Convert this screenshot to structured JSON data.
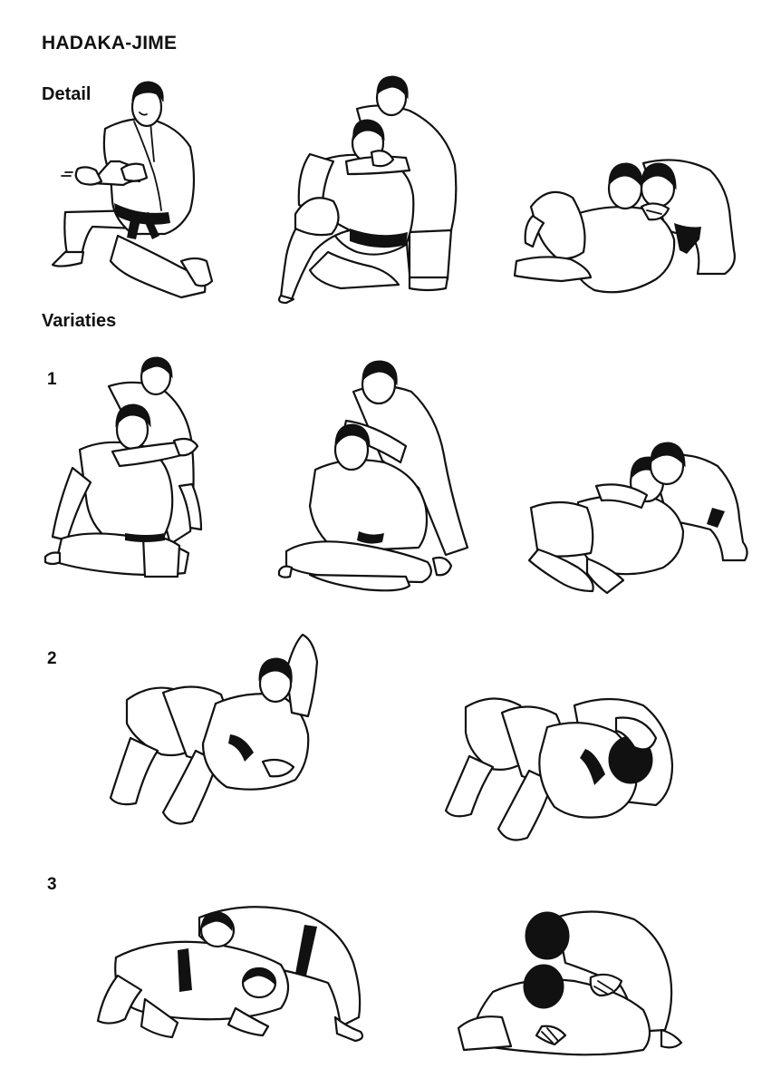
{
  "page": {
    "title": "HADAKA-JIME",
    "detail_heading": "Detail",
    "variaties_heading": "Variaties",
    "variation_numbers": [
      "1",
      "2",
      "3"
    ]
  },
  "illustrations": [
    {
      "section": "Detail",
      "step": 1,
      "depicts": "kneeling-judoka-arm-position"
    },
    {
      "section": "Detail",
      "step": 2,
      "depicts": "choke-from-behind-seated"
    },
    {
      "section": "Detail",
      "step": 3,
      "depicts": "choke-applied-on-ground"
    },
    {
      "section": "Variaties",
      "variation": "1",
      "step": 1,
      "depicts": "choke-from-behind-seated"
    },
    {
      "section": "Variaties",
      "variation": "1",
      "step": 2,
      "depicts": "choke-standing-behind-cross-legged"
    },
    {
      "section": "Variaties",
      "variation": "1",
      "step": 3,
      "depicts": "choke-kneeling-over"
    },
    {
      "section": "Variaties",
      "variation": "2",
      "step": 1,
      "depicts": "defender-on-back-raised-arm"
    },
    {
      "section": "Variaties",
      "variation": "2",
      "step": 2,
      "depicts": "choke-head-wrapped"
    },
    {
      "section": "Variaties",
      "variation": "3",
      "step": 1,
      "depicts": "both-on-all-fours"
    },
    {
      "section": "Variaties",
      "variation": "3",
      "step": 2,
      "depicts": "choke-hands-clasped"
    }
  ],
  "colors": {
    "ink": "#111111",
    "paper": "#ffffff"
  }
}
